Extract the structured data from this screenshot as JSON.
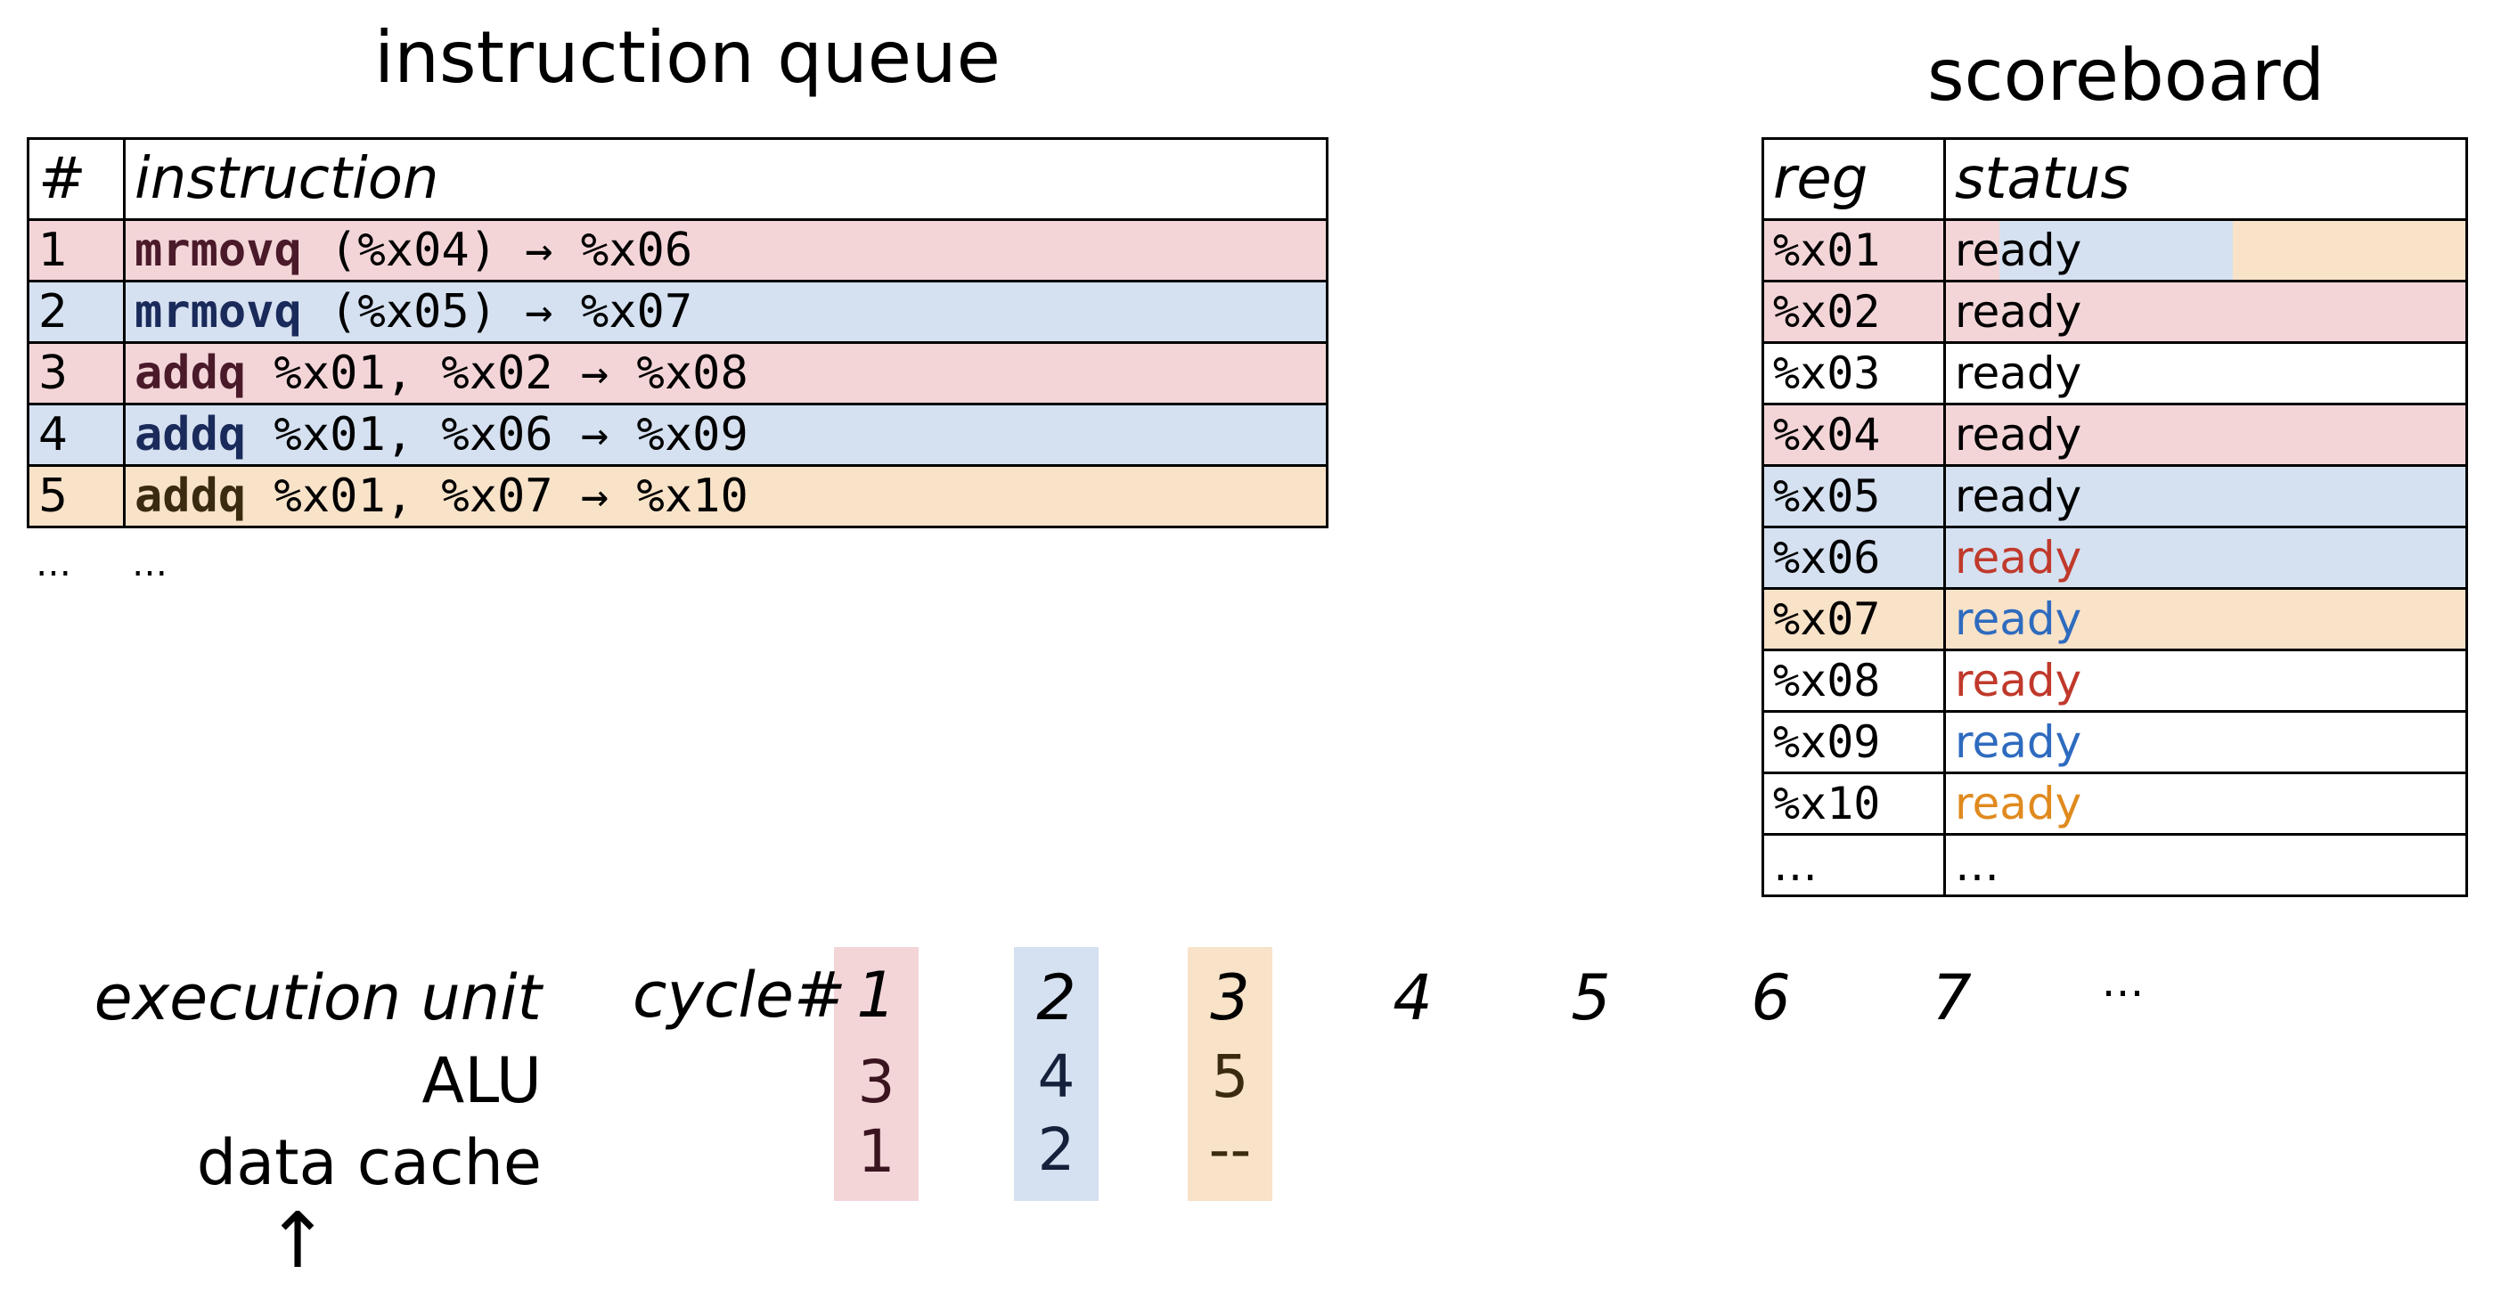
{
  "instruction_queue": {
    "title": "instruction queue",
    "headers": {
      "num": "#",
      "instruction": "instruction"
    },
    "rows": [
      {
        "num": "1",
        "op": "mrmovq",
        "args": "(%x04) → %x06",
        "highlight": "#f3d5d8"
      },
      {
        "num": "2",
        "op": "mrmovq",
        "args": "(%x05) → %x07",
        "highlight": "#d5e1f1"
      },
      {
        "num": "3",
        "op": "addq",
        "args": "%x01, %x02 → %x08",
        "highlight": "#f3d5d8"
      },
      {
        "num": "4",
        "op": "addq",
        "args": "%x01, %x06 → %x09",
        "highlight": "#d5e1f1"
      },
      {
        "num": "5",
        "op": "addq",
        "args": "%x01, %x07 → %x10",
        "highlight": "#f8e2c8"
      }
    ],
    "more_num": "…",
    "more_instr": "…"
  },
  "scoreboard": {
    "title": "scoreboard",
    "headers": {
      "reg": "reg",
      "status": "status"
    },
    "rows": [
      {
        "reg": "%x01",
        "status": "ready",
        "status_color": "#000000"
      },
      {
        "reg": "%x02",
        "status": "ready",
        "status_color": "#000000"
      },
      {
        "reg": "%x03",
        "status": "ready",
        "status_color": "#000000"
      },
      {
        "reg": "%x04",
        "status": "ready",
        "status_color": "#000000"
      },
      {
        "reg": "%x05",
        "status": "ready",
        "status_color": "#000000"
      },
      {
        "reg": "%x06",
        "status": "ready",
        "status_color": "#c0392b"
      },
      {
        "reg": "%x07",
        "status": "ready",
        "status_color": "#2e6bbf"
      },
      {
        "reg": "%x08",
        "status": "ready",
        "status_color": "#c0392b"
      },
      {
        "reg": "%x09",
        "status": "ready",
        "status_color": "#2e6bbf"
      },
      {
        "reg": "%x10",
        "status": "ready",
        "status_color": "#e08a1e"
      }
    ],
    "more_reg": "…",
    "more_status": "…"
  },
  "execution": {
    "unit_label": "execution unit",
    "cycle_label": "cycle#",
    "units": [
      "ALU",
      "data cache"
    ],
    "cycles": [
      "1",
      "2",
      "3",
      "4",
      "5",
      "6",
      "7"
    ],
    "more_cycles": "…",
    "alu": [
      "3",
      "4",
      "5"
    ],
    "data_cache": [
      "1",
      "2",
      "--"
    ],
    "column_colors": [
      "#f3d5d8",
      "#d5e1f1",
      "#f8e2c8"
    ],
    "arrow_glyph": "↑"
  }
}
